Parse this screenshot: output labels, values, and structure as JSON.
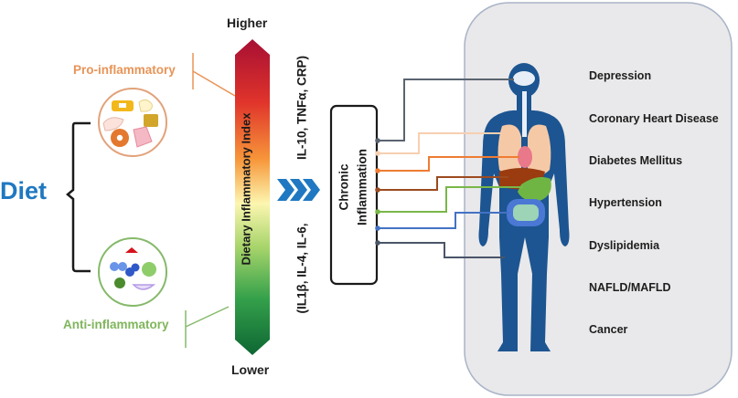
{
  "diet": {
    "label": "Diet",
    "pro_label": "Pro-inflammatory",
    "anti_label": "Anti-inflammatory",
    "pro_icon": "junk-food-icon",
    "anti_icon": "healthy-food-icon"
  },
  "index_bar": {
    "title": "Dietary Inflammatory Index",
    "top_label": "Higher",
    "bottom_label": "Lower",
    "gradient_colors": [
      "#b0102e",
      "#e8432a",
      "#f7a13a",
      "#fbf3a8",
      "#8cc95a",
      "#2e9a48",
      "#0f6b34"
    ]
  },
  "cytokines": {
    "line1": "IL-10, TNFα, CRP)",
    "line2": "(IL1β, IL-4, IL-6,"
  },
  "chronic_box": {
    "line1": "Chronic",
    "line2": "Inflammation"
  },
  "arrow_color": "#1f78c1",
  "body": {
    "color": "#1c5591",
    "panel_color": "#e9e8ea"
  },
  "connectors": [
    {
      "organ": "brain",
      "color": "#5a6470"
    },
    {
      "organ": "lungs",
      "color": "#f6cfb0"
    },
    {
      "organ": "heart",
      "color": "#ef7c33"
    },
    {
      "organ": "liver",
      "color": "#9c4a1f"
    },
    {
      "organ": "stomach",
      "color": "#79b748"
    },
    {
      "organ": "intestine",
      "color": "#4472c4"
    },
    {
      "organ": "thigh",
      "color": "#4a5568"
    }
  ],
  "diseases": [
    "Depression",
    "Coronary Heart Disease",
    "Diabetes Mellitus",
    "Hypertension",
    "Dyslipidemia",
    "NAFLD/MAFLD",
    "Cancer"
  ]
}
